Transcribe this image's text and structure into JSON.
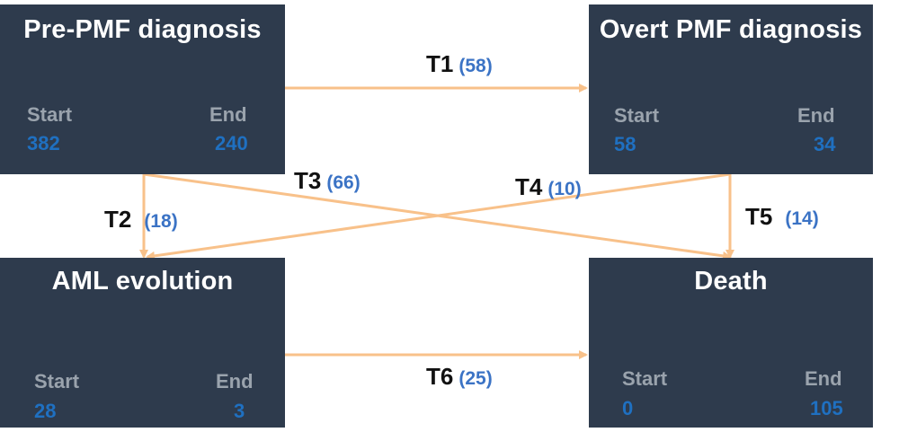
{
  "boxes": {
    "pre_pmf": {
      "title": "Pre-PMF diagnosis",
      "start_label": "Start",
      "start_value": "382",
      "end_label": "End",
      "end_value": "240"
    },
    "overt_pmf": {
      "title": "Overt PMF diagnosis",
      "start_label": "Start",
      "start_value": "58",
      "end_label": "End",
      "end_value": "34"
    },
    "aml": {
      "title": "AML evolution",
      "start_label": "Start",
      "start_value": "28",
      "end_label": "End",
      "end_value": "3"
    },
    "death": {
      "title": "Death",
      "start_label": "Start",
      "start_value": "0",
      "end_label": "End",
      "end_value": "105"
    }
  },
  "transitions": {
    "t1": {
      "label": "T1",
      "count": "(58)"
    },
    "t2": {
      "label": "T2",
      "count": "(18)"
    },
    "t3": {
      "label": "T3",
      "count": "(66)"
    },
    "t4": {
      "label": "T4",
      "count": "(10)"
    },
    "t5": {
      "label": "T5",
      "count": "(14)"
    },
    "t6": {
      "label": "T6",
      "count": "(25)"
    }
  },
  "colors": {
    "box": "#2e3b4d",
    "arrow": "#f8c18a",
    "value": "#1f70c1",
    "muted_label": "#9aa3ad"
  }
}
